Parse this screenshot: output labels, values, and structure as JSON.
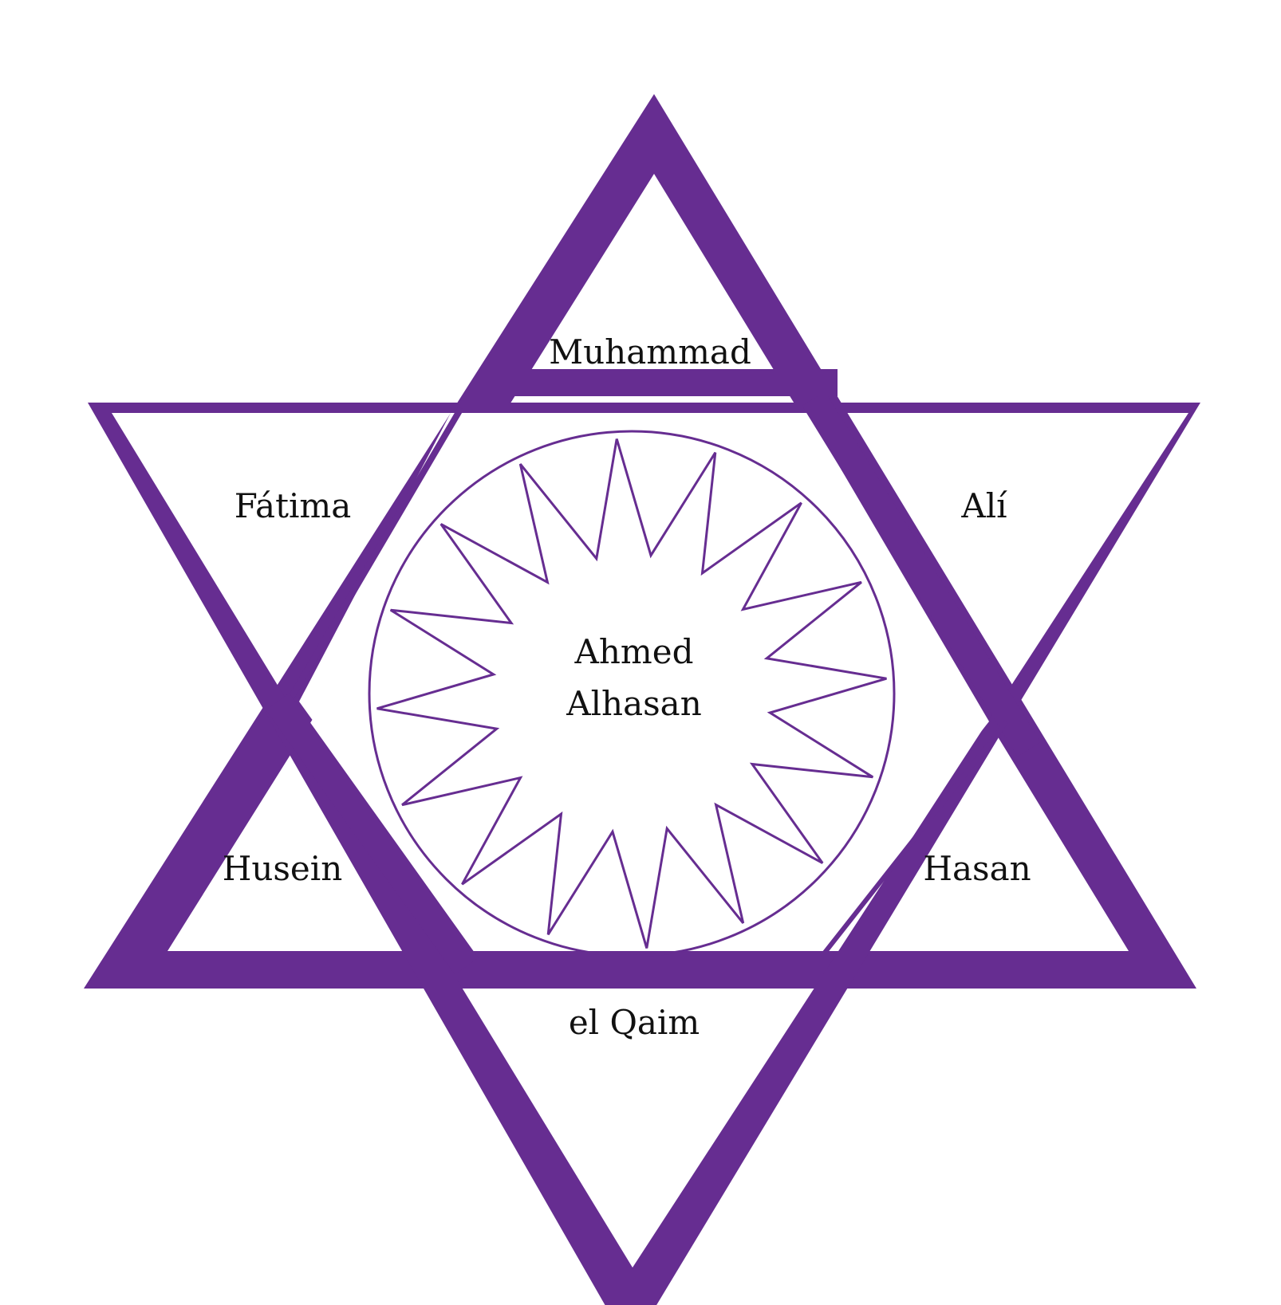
{
  "colors": {
    "star": "#662D91",
    "text": "#111111",
    "background": "#FFFFFF"
  },
  "labels": {
    "top": "Muhammad",
    "upper_left": "Fátima",
    "upper_right": "Alí",
    "lower_left": "Husein",
    "lower_right": "Hasan",
    "bottom": "el Qaim",
    "center_line1": "Ahmed",
    "center_line2": "Alhasan"
  }
}
